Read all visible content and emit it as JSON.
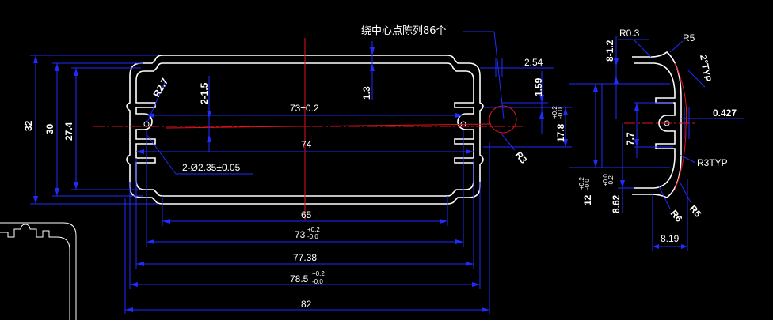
{
  "drawing": {
    "note": "绕中心点陈列86个",
    "colors": {
      "background": "#000000",
      "outline": "#ffffff",
      "dimension": "#1e2cff",
      "centerline": "#e0151f"
    }
  },
  "front_view": {
    "dims": {
      "d32": "32",
      "d30": "30",
      "d274": "27.4",
      "r27": "R2.7",
      "d215": "2-1.5",
      "d13": "1.3",
      "d73pm": "73±0.2",
      "d74": "74",
      "d254": "2.54",
      "d159": "1.59",
      "d178": "17.8",
      "d178_tol_up": "+0.2",
      "d178_tol_dn": "-0.0",
      "r3": "R3",
      "holes": "2-Ø2.35±0.05",
      "d65": "65",
      "d73": "73",
      "d73_tol_up": "+0.2",
      "d73_tol_dn": "-0.0",
      "d7738": "77.38",
      "d785": "78.5",
      "d785_tol_up": "+0.2",
      "d785_tol_dn": "-0.0",
      "d82": "82"
    }
  },
  "side_view": {
    "dims": {
      "r03": "R0.3",
      "r5top": "R5",
      "d812": "8-1.2",
      "typ2": "2°TYP",
      "d0427": "0.427",
      "d77": "7.7",
      "r3typ": "R3TYP",
      "d12": "12",
      "d12_tol_up": "+0.2",
      "d12_tol_dn": "-0.0",
      "d862": "8.62",
      "d862_tol_up": "+0.0",
      "d862_tol_dn": "-0.2",
      "r6": "R6",
      "r5bot": "R5",
      "d819": "8.19"
    }
  }
}
